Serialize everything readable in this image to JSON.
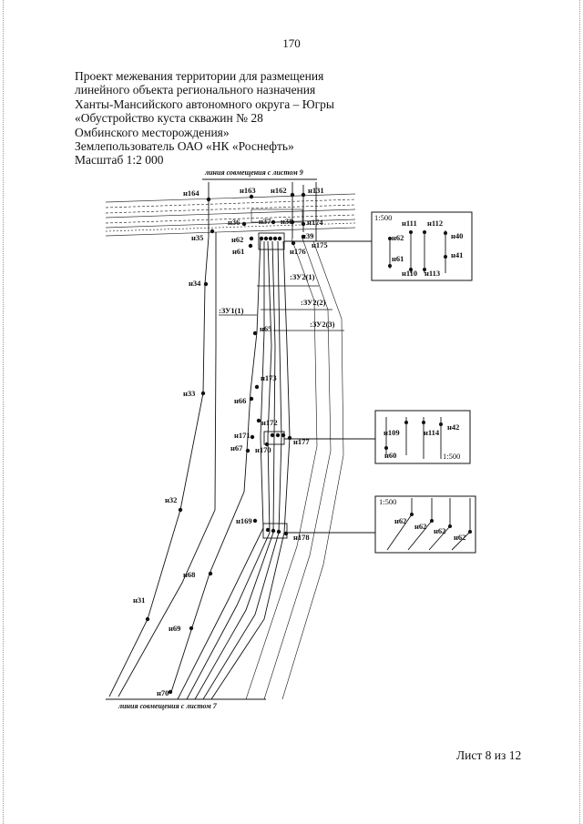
{
  "page_number": "170",
  "header": {
    "lines": [
      "Проект межевания территории для размещения",
      "линейного объекта регионального назначения",
      "Ханты-Мансийского автономного округа – Югры",
      "«Обустройство куста скважин № 28",
      "Омбинского месторождения»",
      "Землепользователь ОАО «НК «Роснефть»",
      "Масштаб 1:2 000"
    ]
  },
  "plan": {
    "top_match_line": "линия совмещения с листом 9",
    "bottom_match_line": "линия совмещения с листом 7",
    "plot_labels": [
      ":ЗУ1(1)",
      ":ЗУ2(1)",
      ":ЗУ2(2)",
      ":ЗУ2(3)"
    ],
    "point_labels": {
      "n164": "н164",
      "n163": "н163",
      "n162": "н162",
      "n131": "н131",
      "n36": "н36",
      "n37": "н37",
      "n38": "н38",
      "n174": "н174",
      "n35": "н35",
      "n62": "н62",
      "n39": "н39",
      "n175": "н175",
      "n61": "н61",
      "n176": "н176",
      "n34": "н34",
      "n65": "н65",
      "n173": "н173",
      "n33": "н33",
      "n66": "н66",
      "n172": "н172",
      "n171": "н171",
      "n177": "н177",
      "n67": "н67",
      "n170": "н170",
      "n32": "н32",
      "n169": "н169",
      "n178": "н178",
      "n68": "н68",
      "n31": "н31",
      "n69": "н69",
      "n70": "н70"
    }
  },
  "insets": [
    {
      "scale": "1:500",
      "labels": [
        "н111",
        "н112",
        "н62",
        "н40",
        "н61",
        "н41",
        "н110",
        "н113"
      ]
    },
    {
      "scale": "1:500",
      "labels": [
        "н109",
        "н114",
        "н42",
        "н60"
      ]
    },
    {
      "scale": "1:500",
      "labels": [
        "н62",
        "н62",
        "н62",
        "н62"
      ]
    }
  ],
  "footer": "Лист 8 из 12"
}
